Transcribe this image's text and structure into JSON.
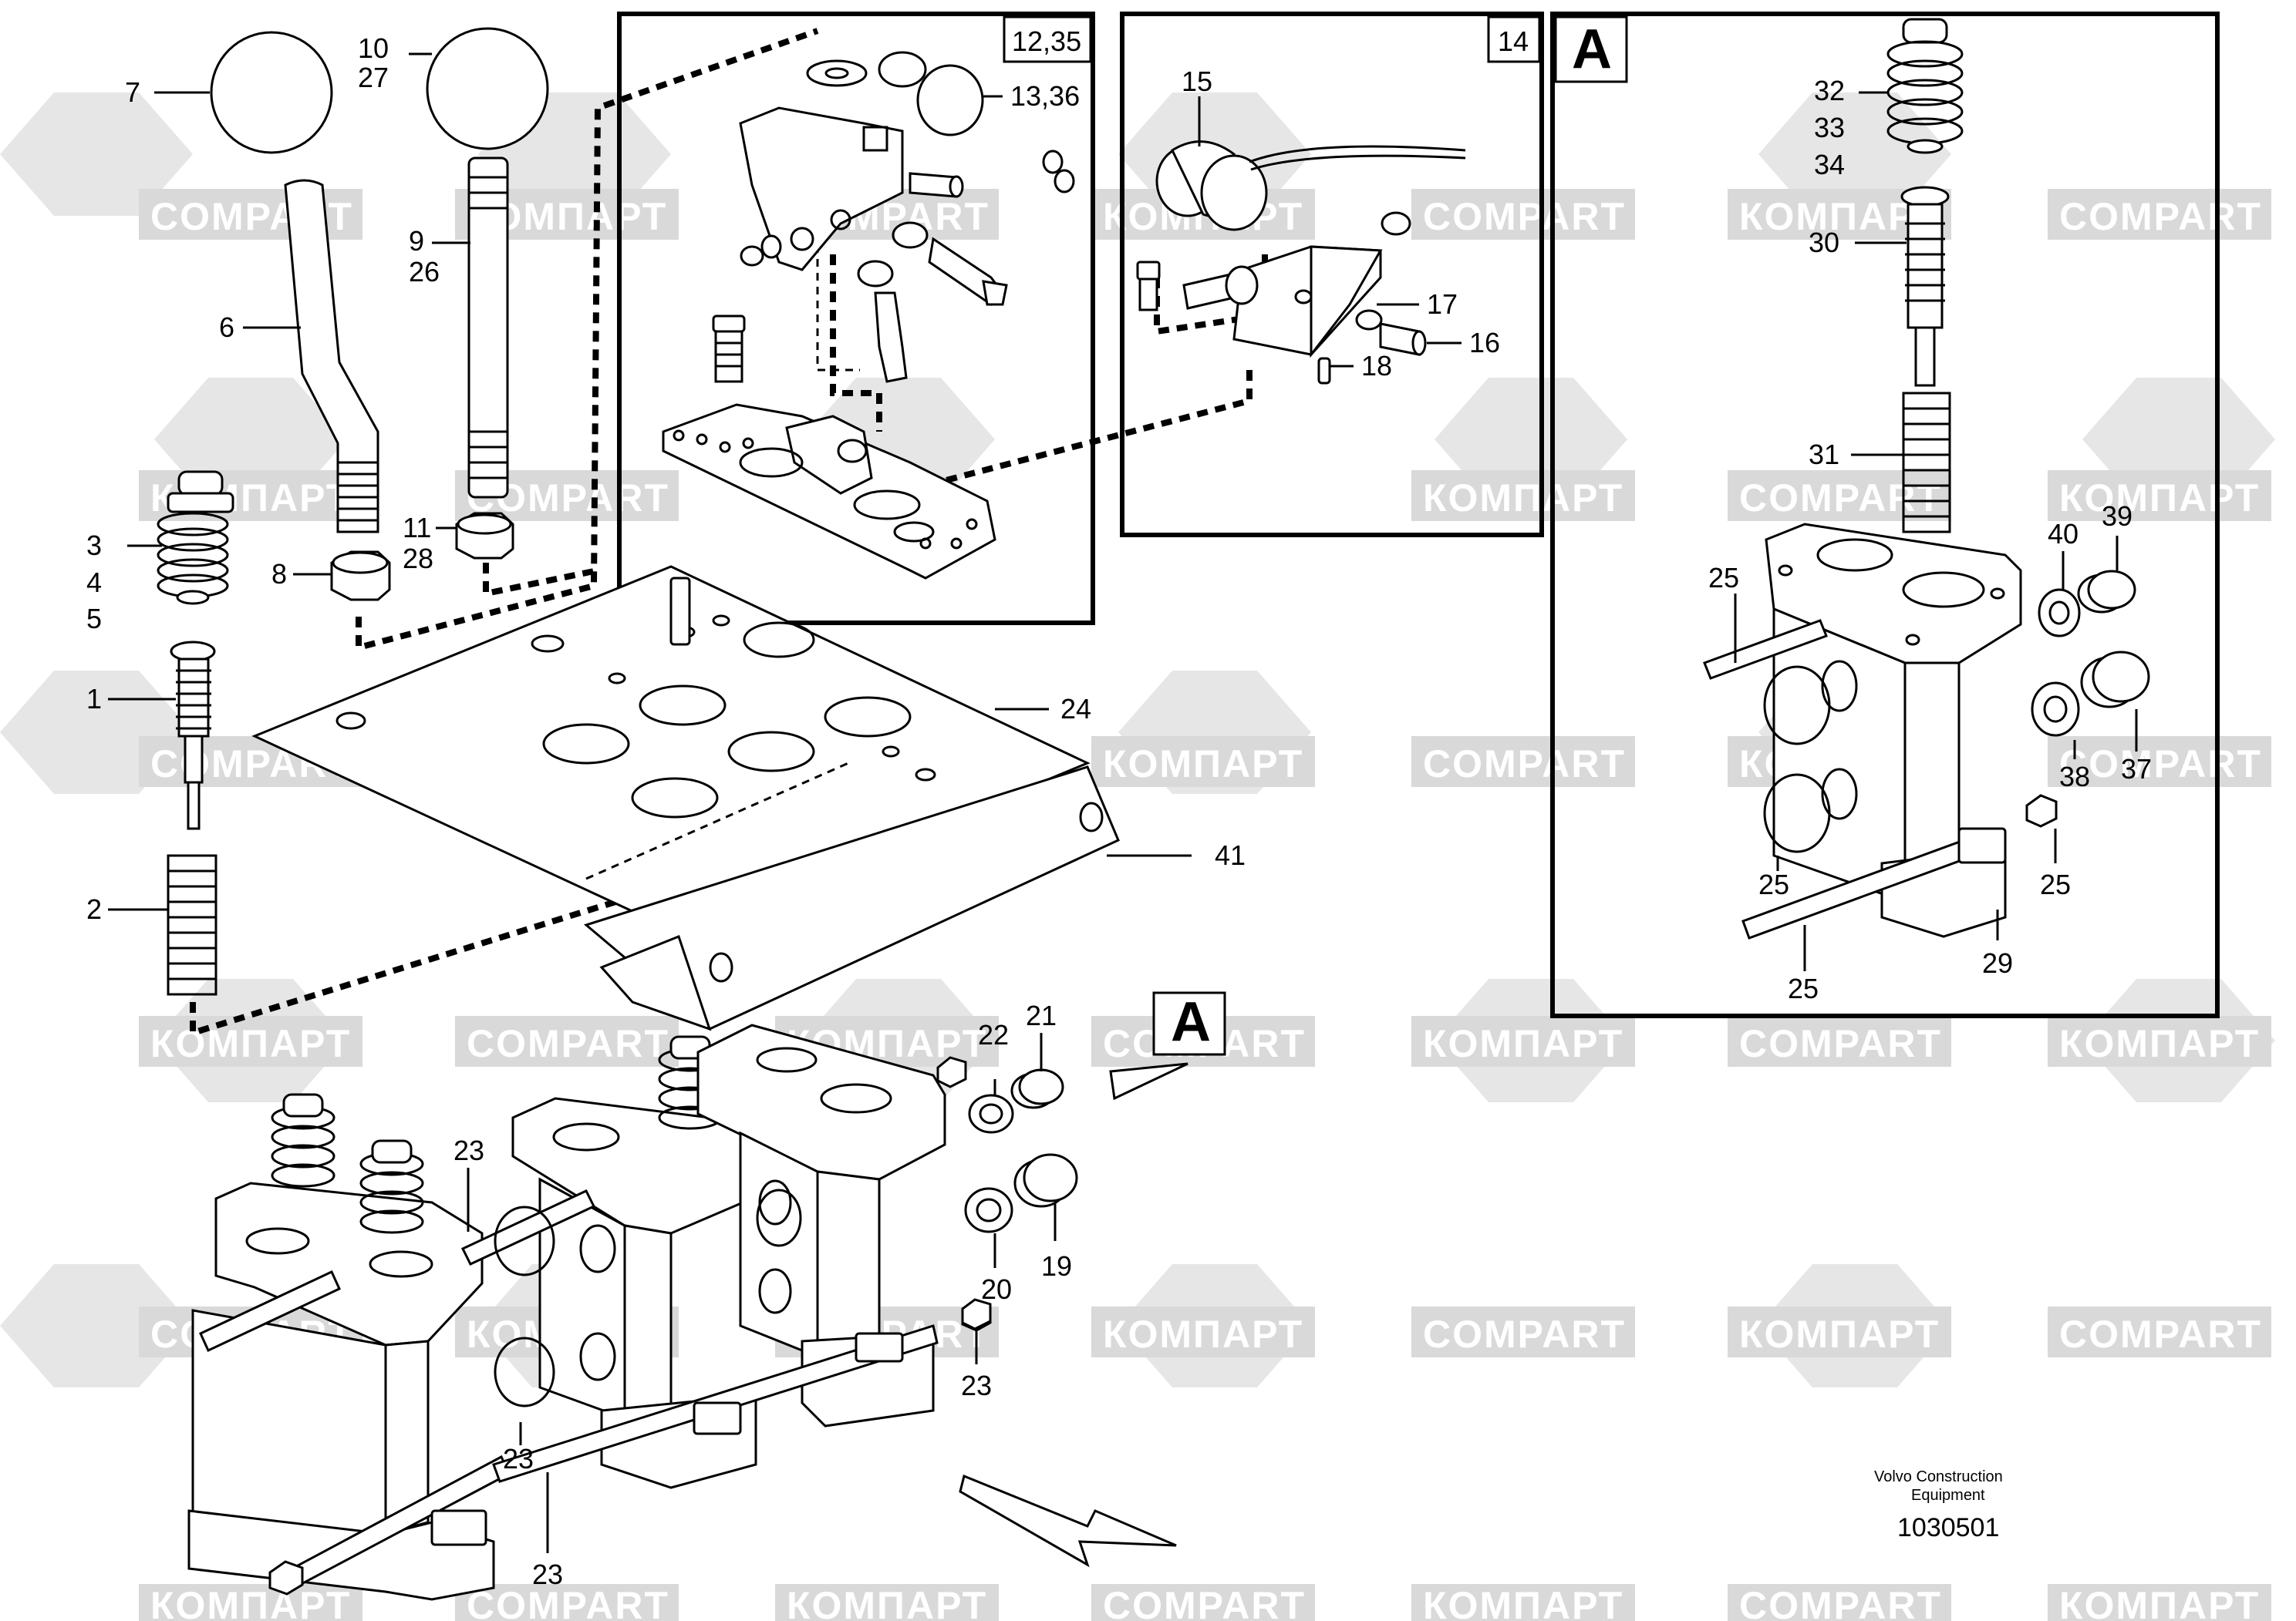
{
  "watermark": {
    "latin": "COMPART",
    "cyrillic": "КОМПАРТ",
    "color": "#d9d9d9"
  },
  "detail_boxes": {
    "box_a": {
      "label": "12,35"
    },
    "box_b": {
      "label": "14"
    },
    "box_c": {
      "label": "A"
    }
  },
  "view_marker": "A",
  "callouts": [
    {
      "id": "c7",
      "text": "7"
    },
    {
      "id": "c10",
      "text": "10"
    },
    {
      "id": "c27",
      "text": "27"
    },
    {
      "id": "c6",
      "text": "6"
    },
    {
      "id": "c9",
      "text": "9"
    },
    {
      "id": "c26",
      "text": "26"
    },
    {
      "id": "c3",
      "text": "3"
    },
    {
      "id": "c4",
      "text": "4"
    },
    {
      "id": "c5",
      "text": "5"
    },
    {
      "id": "c8",
      "text": "8"
    },
    {
      "id": "c11",
      "text": "11"
    },
    {
      "id": "c28",
      "text": "28"
    },
    {
      "id": "c1",
      "text": "1"
    },
    {
      "id": "c2",
      "text": "2"
    },
    {
      "id": "c1336",
      "text": "13,36"
    },
    {
      "id": "c15",
      "text": "15"
    },
    {
      "id": "c17",
      "text": "17"
    },
    {
      "id": "c16",
      "text": "16"
    },
    {
      "id": "c18",
      "text": "18"
    },
    {
      "id": "c24",
      "text": "24"
    },
    {
      "id": "c41",
      "text": "41"
    },
    {
      "id": "c22",
      "text": "22"
    },
    {
      "id": "c21",
      "text": "21"
    },
    {
      "id": "c20",
      "text": "20"
    },
    {
      "id": "c19",
      "text": "19"
    },
    {
      "id": "c23a",
      "text": "23"
    },
    {
      "id": "c23b",
      "text": "23"
    },
    {
      "id": "c23c",
      "text": "23"
    },
    {
      "id": "c23d",
      "text": "23"
    },
    {
      "id": "c32",
      "text": "32"
    },
    {
      "id": "c33",
      "text": "33"
    },
    {
      "id": "c34",
      "text": "34"
    },
    {
      "id": "c30",
      "text": "30"
    },
    {
      "id": "c31",
      "text": "31"
    },
    {
      "id": "c40",
      "text": "40"
    },
    {
      "id": "c39",
      "text": "39"
    },
    {
      "id": "c25a",
      "text": "25"
    },
    {
      "id": "c38",
      "text": "38"
    },
    {
      "id": "c37",
      "text": "37"
    },
    {
      "id": "c25b",
      "text": "25"
    },
    {
      "id": "c25c",
      "text": "25"
    },
    {
      "id": "c25d",
      "text": "25"
    },
    {
      "id": "c29",
      "text": "29"
    }
  ],
  "footer": {
    "line1": "Volvo Construction",
    "line2": "Equipment",
    "drawing_number": "1030501"
  }
}
